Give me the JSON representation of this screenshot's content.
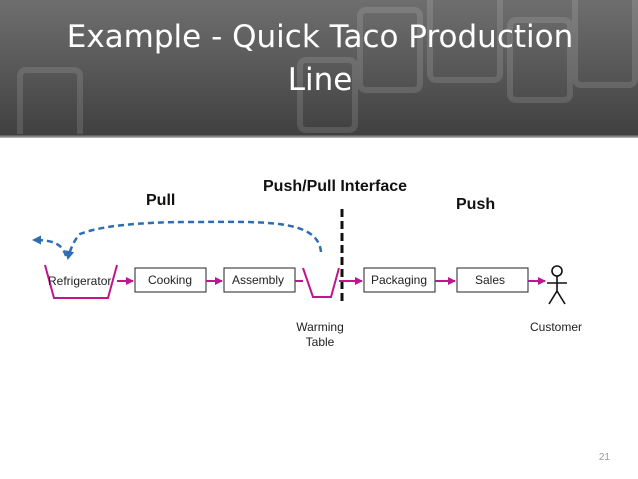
{
  "slide": {
    "title_line1": "Example - Quick Taco Production",
    "title_line2": "Line",
    "page_number": "21"
  },
  "labels": {
    "pull": "Pull",
    "push_pull_interface": "Push/Pull Interface",
    "push": "Push"
  },
  "nodes": {
    "refrigerator": "Refrigerator",
    "cooking": "Cooking",
    "assembly": "Assembly",
    "warming_table_line1": "Warming",
    "warming_table_line2": "Table",
    "packaging": "Packaging",
    "sales": "Sales",
    "customer": "Customer"
  },
  "colors": {
    "flow_arrow": "#c0158c",
    "pull_arrow": "#2e6db3",
    "header_bg": "#555555"
  },
  "icons": {
    "customer": "stick-figure-icon",
    "refrigerator": "inventory-trapezoid-icon",
    "warming_table": "inventory-trapezoid-icon"
  }
}
